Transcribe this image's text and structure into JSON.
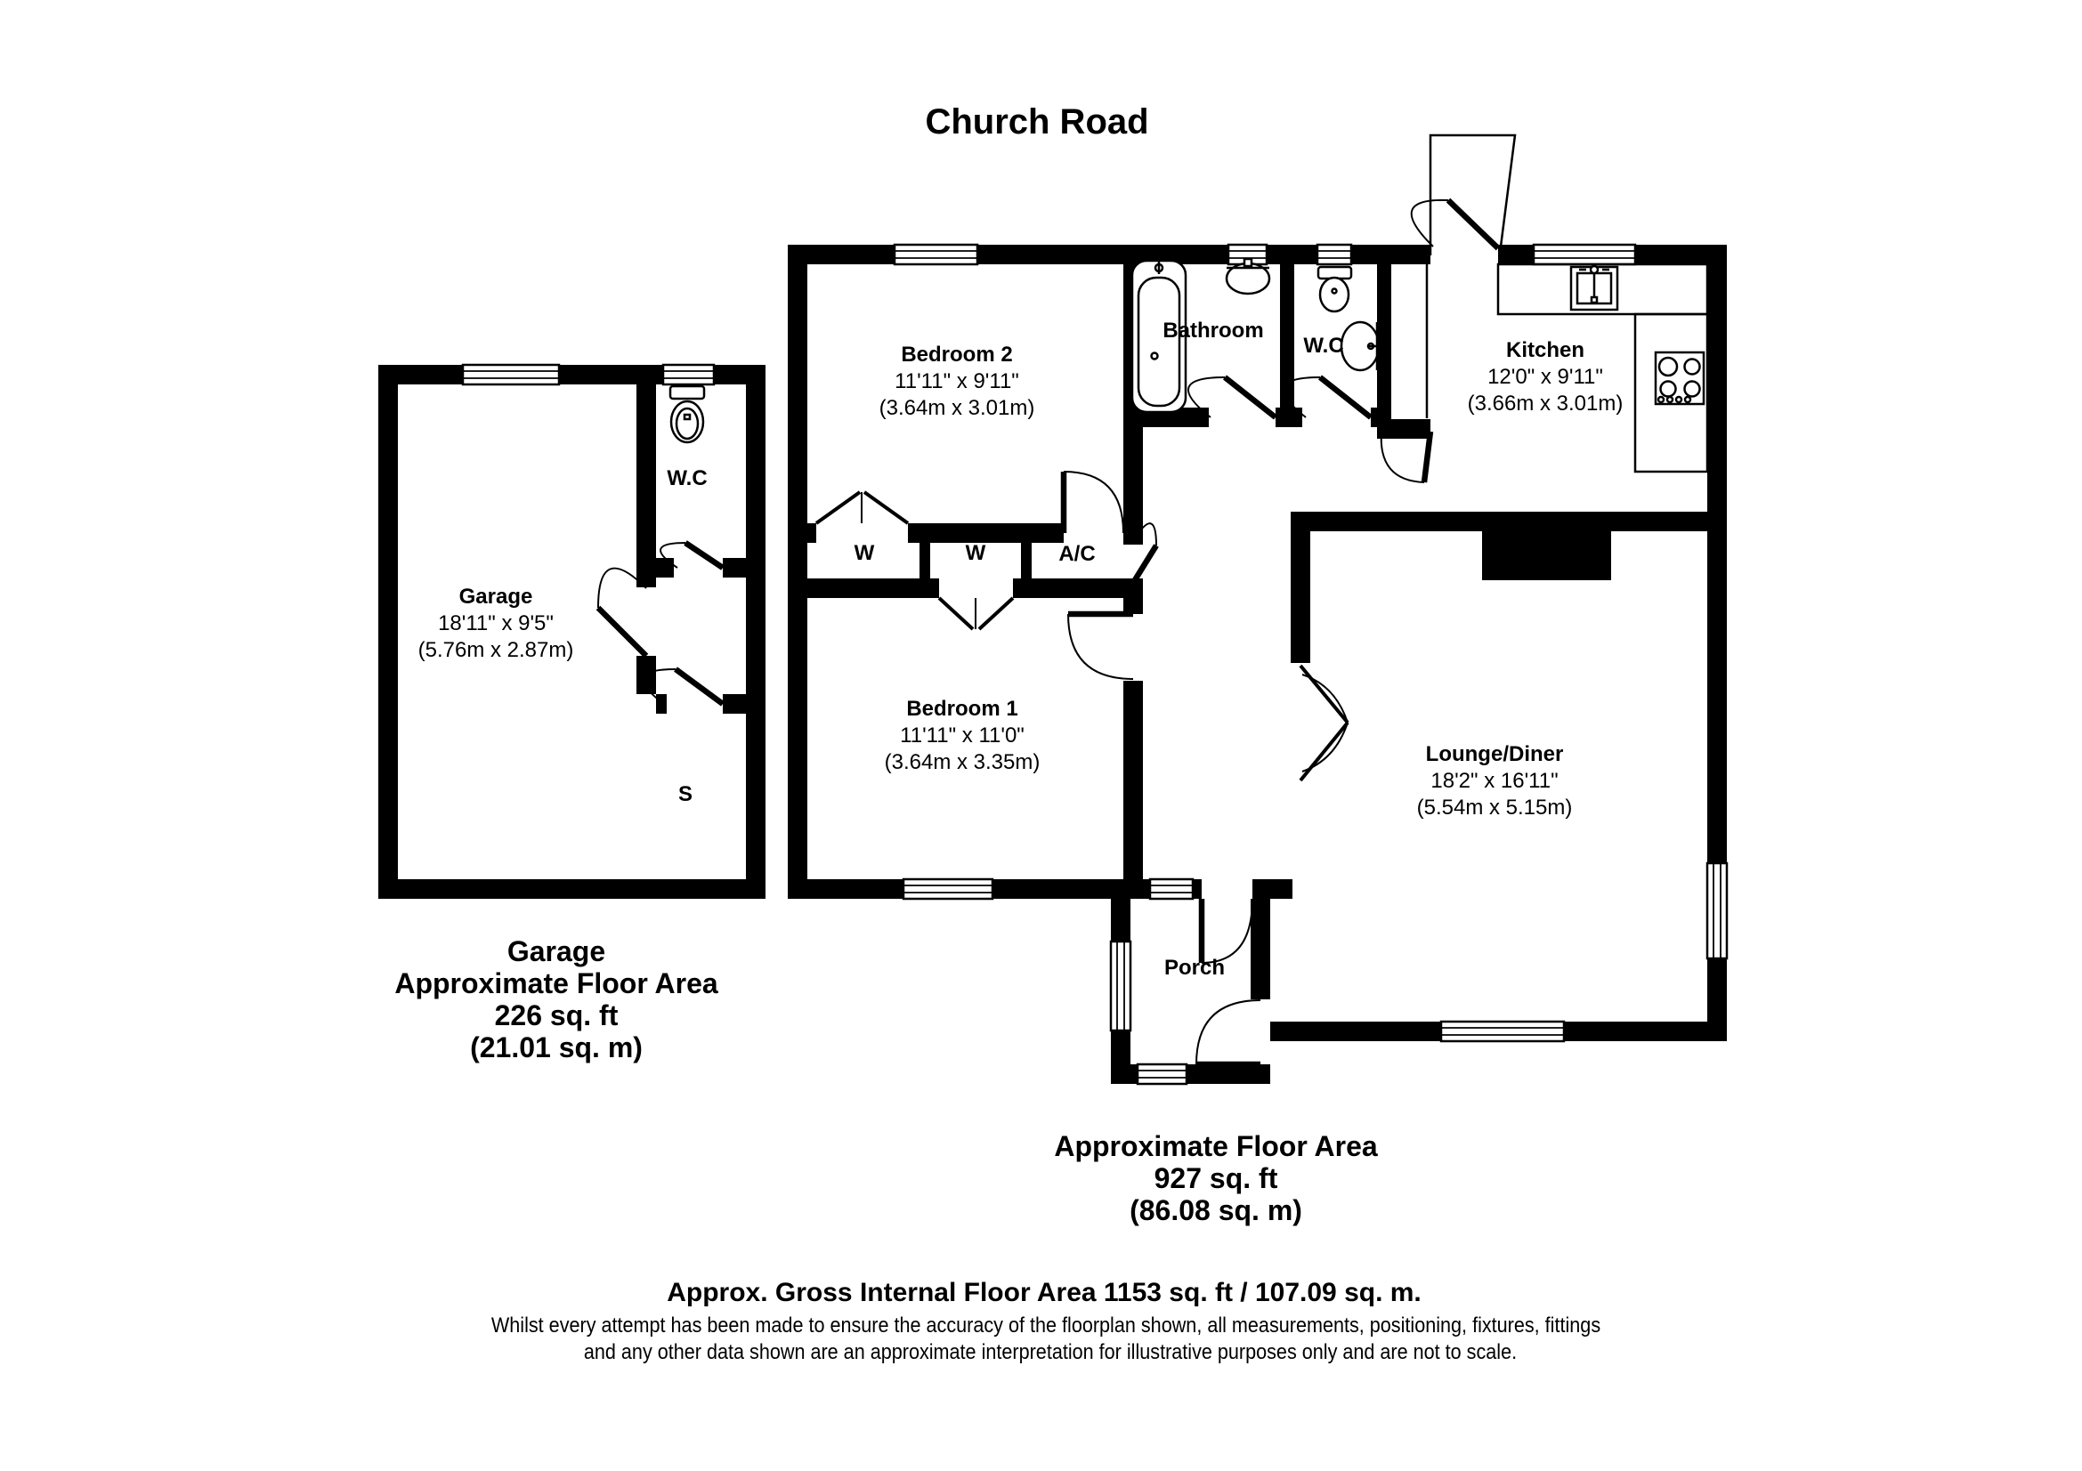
{
  "title": "Church Road",
  "colors": {
    "wall": "#000000",
    "background": "#ffffff",
    "text": "#000000"
  },
  "rooms": [
    {
      "id": "garage",
      "name": "Garage",
      "dims_imperial": "18'11\" x 9'5\"",
      "dims_metric": "(5.76m x 2.87m)"
    },
    {
      "id": "wc_garage",
      "name": "W.C"
    },
    {
      "id": "store",
      "name": "S"
    },
    {
      "id": "bedroom2",
      "name": "Bedroom 2",
      "dims_imperial": "11'11\" x 9'11\"",
      "dims_metric": "(3.64m x 3.01m)"
    },
    {
      "id": "bathroom",
      "name": "Bathroom"
    },
    {
      "id": "wc_main",
      "name": "W.C"
    },
    {
      "id": "kitchen",
      "name": "Kitchen",
      "dims_imperial": "12'0\" x 9'11\"",
      "dims_metric": "(3.66m x 3.01m)"
    },
    {
      "id": "wardrobe1",
      "name": "W"
    },
    {
      "id": "wardrobe2",
      "name": "W"
    },
    {
      "id": "airing",
      "name": "A/C"
    },
    {
      "id": "bedroom1",
      "name": "Bedroom 1",
      "dims_imperial": "11'11\" x 11'0\"",
      "dims_metric": "(3.64m x 3.35m)"
    },
    {
      "id": "lounge",
      "name": "Lounge/Diner",
      "dims_imperial": "18'2\" x 16'11\"",
      "dims_metric": "(5.54m x 5.15m)"
    },
    {
      "id": "porch",
      "name": "Porch"
    }
  ],
  "garage_area": {
    "line1": "Garage",
    "line2": "Approximate Floor Area",
    "line3": "226 sq. ft",
    "line4": "(21.01 sq. m)"
  },
  "main_area": {
    "line1": "Approximate Floor Area",
    "line2": "927 sq. ft",
    "line3": "(86.08 sq. m)"
  },
  "footer": {
    "gross": "Approx. Gross Internal Floor Area 1153 sq. ft / 107.09 sq. m.",
    "disclaimer1": "Whilst every attempt has been made to ensure the accuracy of the floorplan shown, all measurements, positioning, fixtures, fittings",
    "disclaimer2": "and any other data shown are an approximate interpretation for illustrative purposes only and are not to scale."
  }
}
